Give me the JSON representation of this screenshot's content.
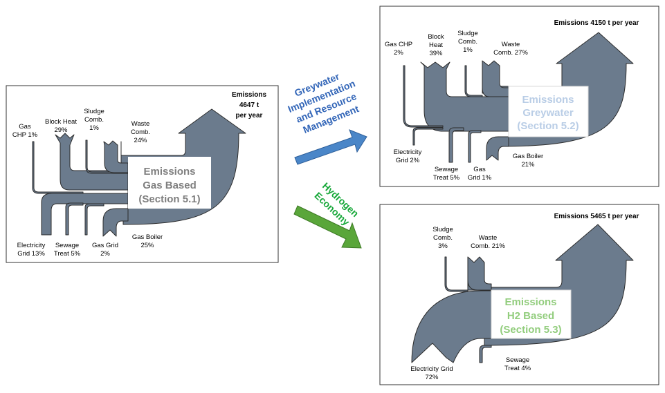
{
  "colors": {
    "flow": "#6b7b8d",
    "flow_stroke": "#2b2b2b",
    "panel_border": "#333333",
    "gas_box_text": "#7f7f7f",
    "greywater_box_text": "#b9cde6",
    "h2_box_text": "#92cd7d",
    "greywater_arrow": "#4a86c8",
    "greywater_text": "#3366b8",
    "hydrogen_arrow": "#5aa63a",
    "hydrogen_text": "#18a83a"
  },
  "gas": {
    "emissions": [
      "Emissions",
      "4647 t",
      "per year"
    ],
    "box": [
      "Emissions",
      "Gas Based",
      "(Section 5.1)"
    ],
    "labels": {
      "gas_chp": [
        "Gas",
        "CHP 1%"
      ],
      "block_heat": [
        "Block Heat",
        "29%"
      ],
      "sludge": [
        "Sludge",
        "Comb.",
        "1%"
      ],
      "waste": [
        "Waste",
        "Comb.",
        "24%"
      ],
      "electricity": [
        "Electricity",
        "Grid 13%"
      ],
      "sewage": [
        "Sewage",
        "Treat 5%"
      ],
      "gas_grid": [
        "Gas Grid",
        "2%"
      ],
      "gas_boiler": [
        "Gas Boiler",
        "25%"
      ]
    }
  },
  "greywater": {
    "emissions": "Emissions 4150 t per year",
    "box": [
      "Emissions",
      "Greywater",
      "(Section 5.2)"
    ],
    "labels": {
      "gas_chp": [
        "Gas CHP",
        "2%"
      ],
      "block_heat": [
        "Block",
        "Heat",
        "39%"
      ],
      "sludge": [
        "Sludge",
        "Comb.",
        "1%"
      ],
      "waste": [
        "Waste",
        "Comb. 27%"
      ],
      "electricity": [
        "Electricity",
        "Grid 2%"
      ],
      "sewage": [
        "Sewage",
        "Treat 5%"
      ],
      "gas_grid": [
        "Gas",
        "Grid 1%"
      ],
      "gas_boiler": [
        "Gas Boiler",
        "21%"
      ]
    }
  },
  "hydrogen": {
    "emissions": "Emissions 5465 t per year",
    "box": [
      "Emissions",
      "H2 Based",
      "(Section 5.3)"
    ],
    "labels": {
      "sludge": [
        "Sludge",
        "Comb.",
        "3%"
      ],
      "waste": [
        "Waste",
        "Comb. 21%"
      ],
      "electricity": [
        "Electricity Grid",
        "72%"
      ],
      "sewage": [
        "Sewage",
        "Treat 4%"
      ]
    }
  },
  "arrows": {
    "greywater": [
      "Greywater",
      "Implementation",
      "and Resource",
      "Management"
    ],
    "hydrogen": [
      "Hydrogen",
      "Economy"
    ]
  }
}
